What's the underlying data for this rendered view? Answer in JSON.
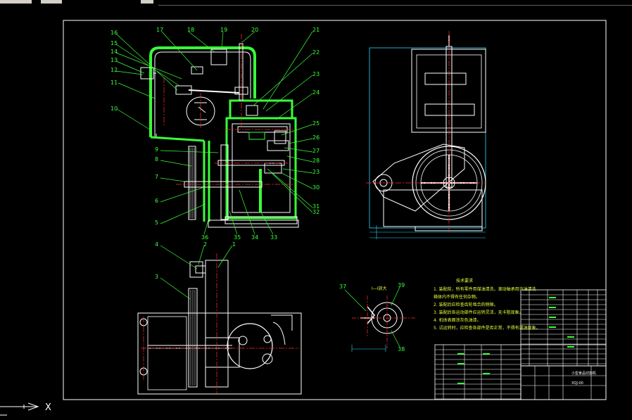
{
  "colors": {
    "background": "#000000",
    "frame": "#ffffff",
    "part": "#ffffff",
    "leader": "#39ff39",
    "center": "#ff2b2b",
    "hatch": "#35ff35",
    "dim": "#2fd7ff",
    "note": "#e8ff3b"
  },
  "balloons_front": [
    "16",
    "15",
    "14",
    "13",
    "12",
    "11",
    "10",
    "9",
    "8",
    "7",
    "6",
    "5",
    "17",
    "18",
    "19",
    "20",
    "21",
    "22",
    "23",
    "24",
    "25",
    "26",
    "27",
    "28",
    "23",
    "30",
    "31",
    "32",
    "33",
    "34",
    "35",
    "36"
  ],
  "balloons_plan": [
    "4",
    "3",
    "2",
    "1"
  ],
  "balloons_detail": [
    "37",
    "39",
    "38"
  ],
  "detail_caption": "I—I放大",
  "notes_title": "技术要求",
  "notes": [
    "1. 装配前，所有零件用煤油清洗，滚动轴承用汽油清洗",
    "   箱体内不得有任何杂物。",
    "2. 装配后应检查齿轮啮合的侧隙。",
    "3. 装配后各运动部件应运转灵活，无卡阻现象。",
    "4. 机体表面涂灰色油漆。",
    "5. 试运转时，应检查各部件是否正常，不得有漏油现象。"
  ],
  "title_block": {
    "drawing_name": "小型食品切割机",
    "drawing_no": "XQJ-00"
  },
  "ucs": {
    "x_label": "X"
  }
}
